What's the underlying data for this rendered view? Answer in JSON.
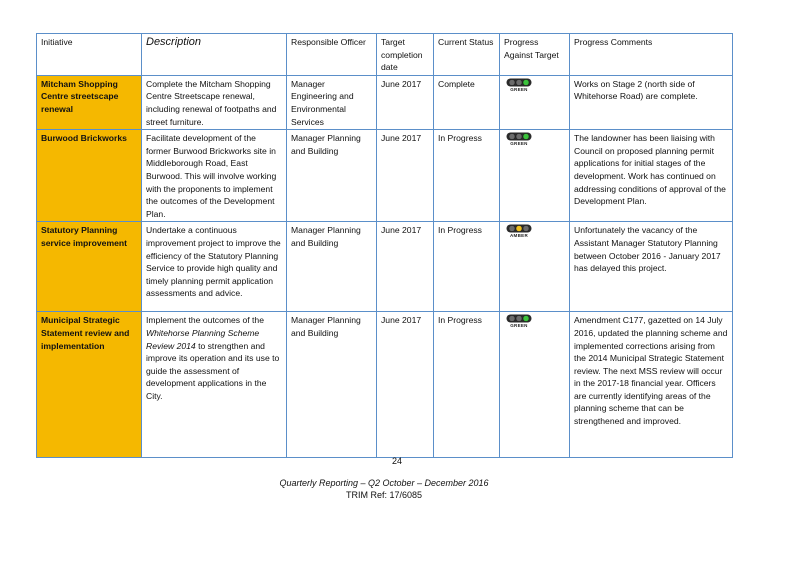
{
  "table": {
    "headers": {
      "initiative": "Initiative",
      "description": "Description",
      "officer": "Responsible Officer",
      "target_date": "Target completion date",
      "status": "Current Status",
      "progress": "Progress Against Target",
      "comments": "Progress Comments"
    },
    "rows": [
      {
        "initiative": "Mitcham Shopping Centre streetscape renewal",
        "description": "Complete the Mitcham Shopping Centre Streetscape renewal, including renewal of footpaths and street furniture.",
        "officer": "Manager Engineering and Environmental Services",
        "target_date": "June 2017",
        "status": "Complete",
        "light": "GREEN",
        "comments": "Works on Stage 2 (north side of Whitehorse Road) are complete."
      },
      {
        "initiative": "Burwood Brickworks",
        "description": "Facilitate development of the former Burwood Brickworks site in Middleborough Road, East Burwood. This will involve working with the proponents to implement the outcomes of the Development Plan.",
        "officer": "Manager Planning and Building",
        "target_date": "June 2017",
        "status": "In Progress",
        "light": "GREEN",
        "comments": "The landowner has been liaising with Council on proposed planning permit applications for initial stages of the development. Work has continued on addressing conditions of approval of the Development Plan."
      },
      {
        "initiative": "Statutory Planning service improvement",
        "description": "Undertake a continuous improvement project to improve the efficiency of the Statutory Planning Service to provide high quality and timely planning permit application assessments and advice.",
        "officer": "Manager Planning and Building",
        "target_date": "June 2017",
        "status": "In Progress",
        "light": "AMBER",
        "comments": "Unfortunately the vacancy of the Assistant Manager Statutory Planning between October 2016 - January 2017 has delayed this project."
      },
      {
        "initiative": "Municipal Strategic Statement review and implementation",
        "description_pre": "Implement the outcomes of the ",
        "description_italic": "Whitehorse Planning Scheme Review 2014",
        "description_post": " to strengthen and improve its operation and its use to guide the assessment of development applications in the City.",
        "officer": "Manager Planning and Building",
        "target_date": "June 2017",
        "status": "In Progress",
        "light": "GREEN",
        "comments": "Amendment C177, gazetted on 14 July 2016, updated the planning scheme and implemented corrections arising from the 2014 Municipal Strategic Statement review. The next MSS review will occur in the 2017-18 financial year. Officers are currently identifying areas of the planning scheme that can be strengthened and improved."
      }
    ]
  },
  "colors": {
    "initiative_bg": "#f5b800",
    "border": "#5b8fc9",
    "green_lamp": "#3cc23c",
    "amber_lamp": "#f0c020",
    "off_lamp": "#555555"
  },
  "footer": {
    "page_number": "24",
    "line1": "Quarterly Reporting – Q2 October – December 2016",
    "line2": "TRIM Ref: 17/6085"
  }
}
